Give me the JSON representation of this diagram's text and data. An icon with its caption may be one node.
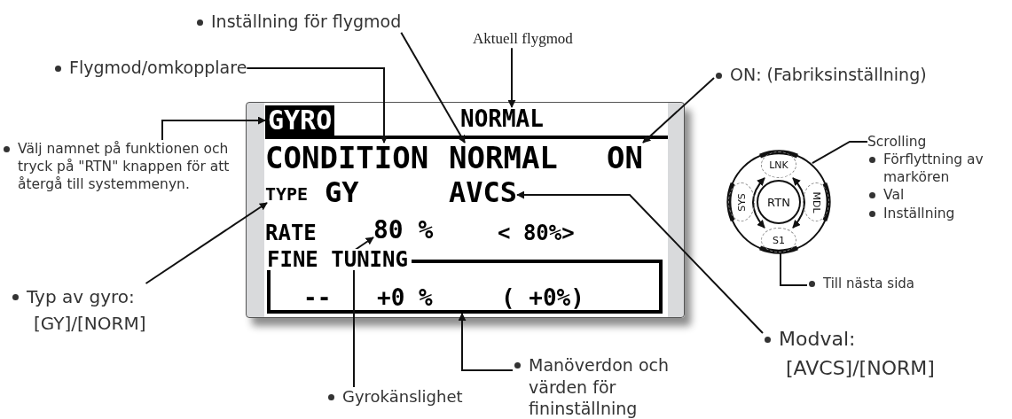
{
  "diagram": {
    "nodes": [
      {
        "text": [],
        "shape": "box"
      },
      {
        "text": [
          "GYRO"
        ],
        "in": 0
      },
      {
        "text": [
          "NORMAL"
        ],
        "in": 0
      },
      {
        "text": [
          "CONDITION"
        ],
        "in": 0
      },
      {
        "text": [
          "NORMAL"
        ],
        "in": 0
      },
      {
        "text": [
          "ON"
        ],
        "in": 0
      },
      {
        "text": [
          "TYPE"
        ],
        "in": 0
      },
      {
        "text": [
          "GY"
        ],
        "in": 0
      },
      {
        "text": [
          "AVCS"
        ],
        "in": 0
      },
      {
        "text": [
          "RATE"
        ],
        "in": 0
      },
      {
        "text": [
          "80 %"
        ],
        "in": 0
      },
      {
        "text": [
          "< 80%>"
        ],
        "in": 0
      },
      {
        "text": [
          "FINE TUNING"
        ],
        "in": 0
      },
      {
        "text": [
          "--"
        ],
        "in": 12
      },
      {
        "text": [
          "+0 %"
        ],
        "in": 12
      },
      {
        "text": [
          "( +0%)"
        ],
        "in": 12
      },
      {
        "text": [
          "Inställning för flygmod"
        ]
      },
      {
        "text": [
          "Aktuell flygmod"
        ]
      },
      {
        "text": [
          "Flygmod/omkopplare"
        ]
      },
      {
        "text": [
          "ON: (Fabriksinställning)"
        ]
      },
      {
        "text": [
          "Välj namnet på funktionen och tryck på \"RTN\" knappen för att återgå till systemmenyn."
        ]
      },
      {
        "text": [
          "Typ av gyro:",
          "[GY]/[NORM]"
        ]
      },
      {
        "text": [
          "Gyrokänslighet"
        ]
      },
      {
        "text": [
          "Manöverdon och värden för fininställning"
        ]
      },
      {
        "text": [
          "Modval:",
          "[AVCS]/[NORM]"
        ]
      },
      {
        "text": [],
        "shape": "circle"
      },
      {
        "text": [
          "LNK"
        ],
        "in": 25
      },
      {
        "text": [
          "SYS"
        ],
        "in": 25
      },
      {
        "text": [
          "MDL"
        ],
        "in": 25
      },
      {
        "text": [
          "RTN"
        ],
        "in": 25
      },
      {
        "text": [
          "S1"
        ],
        "in": 25
      },
      {
        "text": [
          "Scrolling",
          "Förflyttning av markören",
          "Val",
          "Inställning"
        ]
      },
      {
        "text": [
          "Till nästa sida"
        ]
      }
    ],
    "edges": [
      {
        "from": 16,
        "to": 4,
        "arrow": "to"
      },
      {
        "from": 17,
        "to": 2,
        "arrow": "to"
      },
      {
        "from": 18,
        "to": 3,
        "arrow": "to"
      },
      {
        "from": 19,
        "to": 5,
        "arrow": "to"
      },
      {
        "from": 20,
        "to": 1,
        "arrow": "to"
      },
      {
        "from": 21,
        "to": 6,
        "arrow": "to"
      },
      {
        "from": 22,
        "to": 10,
        "arrow": "to"
      },
      {
        "from": 23,
        "to": 12,
        "arrow": "to"
      },
      {
        "from": 24,
        "to": 8,
        "arrow": "to"
      },
      {
        "from": 31,
        "to": 25,
        "arrow": "none"
      },
      {
        "from": 32,
        "to": 30,
        "arrow": "none"
      },
      {
        "from": 26,
        "to": 30,
        "arrow": "both"
      },
      {
        "from": 26,
        "to": 30,
        "arrow": "both"
      }
    ]
  }
}
